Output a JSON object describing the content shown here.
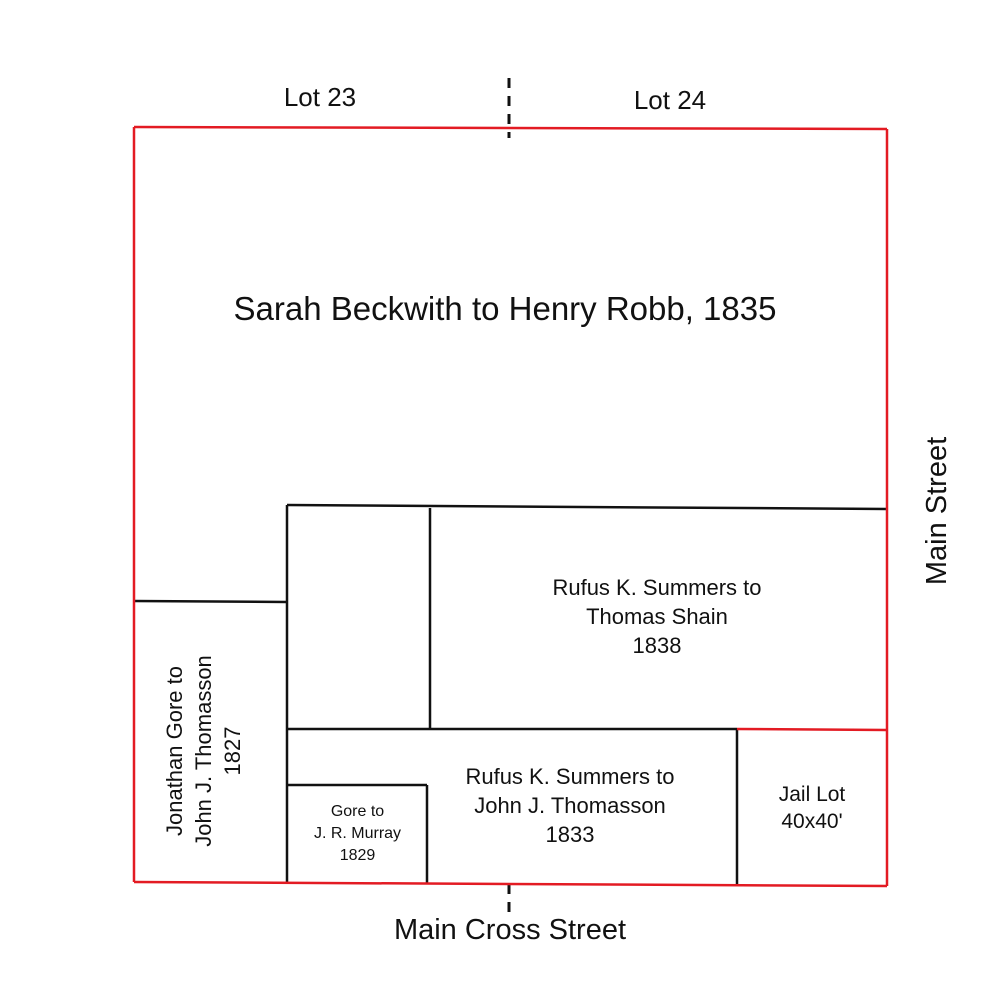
{
  "lots": {
    "left": "Lot 23",
    "right": "Lot 24"
  },
  "streets": {
    "bottom": "Main Cross Street",
    "right": "Main Street"
  },
  "parcels": {
    "beckwith_robb": "Sarah Beckwith to Henry Robb, 1835",
    "summers_shain": [
      "Rufus K. Summers to",
      "Thomas Shain",
      "1838"
    ],
    "summers_thomasson": [
      "Rufus K. Summers to",
      "John J. Thomasson",
      "1833"
    ],
    "gore_murray": [
      "Gore to",
      "J. R. Murray",
      "1829"
    ],
    "gore_thomasson": [
      "Jonathan Gore to",
      "John J. Thomasson",
      "1827"
    ],
    "jail_lot": [
      "Jail Lot",
      "40x40'"
    ]
  },
  "colors": {
    "boundary": "#e31b23",
    "division": "#111111"
  }
}
